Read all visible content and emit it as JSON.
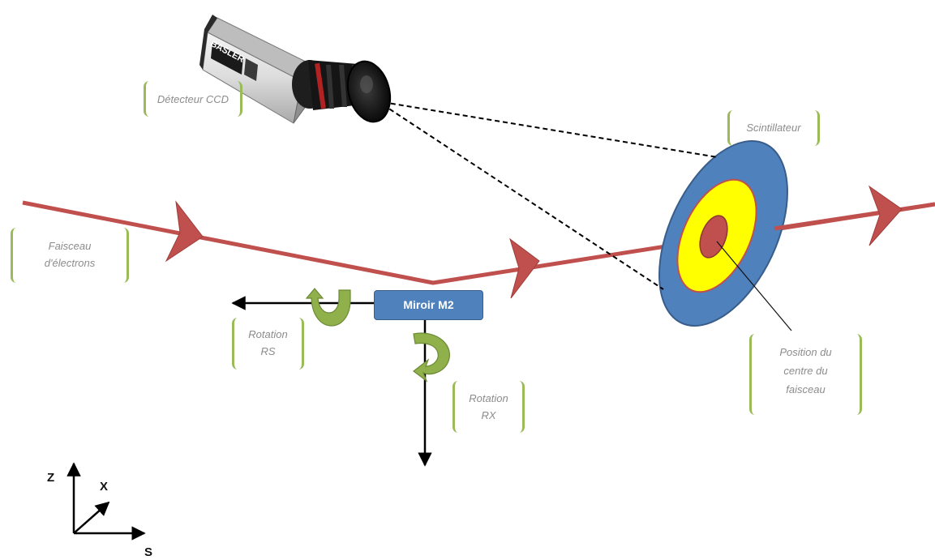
{
  "labels": {
    "detector": "Détecteur CCD",
    "scintillator": "Scintillateur",
    "beam_1": "Faisceau",
    "beam_2": "d'électrons",
    "rotation_rs_1": "Rotation",
    "rotation_rs_2": "RS",
    "rotation_rx_1": "Rotation",
    "rotation_rx_2": "RX",
    "beam_center_1": "Position du",
    "beam_center_2": "centre du",
    "beam_center_3": "faisceau",
    "mirror": "Miroir M2",
    "camera_brand": "BASLER"
  },
  "axes": {
    "z": "Z",
    "x": "X",
    "s": "S"
  },
  "colors": {
    "beam": "#c0504d",
    "scintillator_outer": "#4f81bd",
    "scintillator_middle": "#ffff00",
    "scintillator_inner": "#c0504d",
    "mirror": "#4f81bd",
    "rotation_arrow": "#8fb04a",
    "label_bracket": "#9bbb59",
    "label_text": "#8c8c8c"
  },
  "icons": {
    "camera": "ccd-camera-icon",
    "rotation": "curved-rotation-arrow-icon"
  }
}
